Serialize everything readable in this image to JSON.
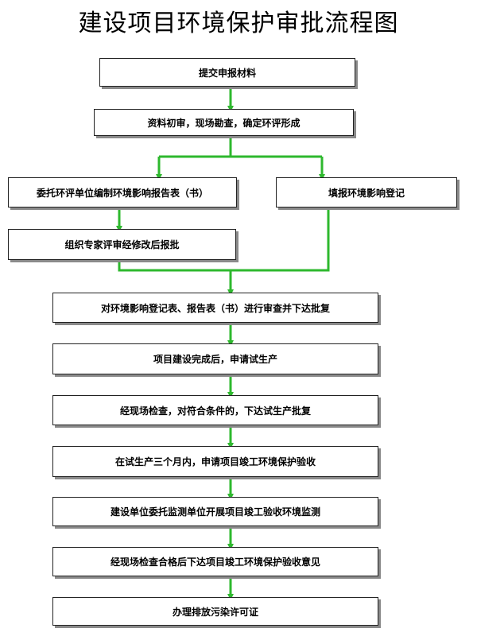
{
  "title": "建设项目环境保护审批流程图",
  "colors": {
    "arrow": "#2eb82e",
    "box_border": "#222222",
    "box_shadow": "#8a8a8a"
  },
  "steps": {
    "submit": "提交申报材料",
    "initial_review": "资料初审，现场勘查，确定环评形成",
    "delegate_report": "委托环评单位编制环境影响报告表（书）",
    "fill_registration": "填报环境影响登记",
    "expert_review": "组织专家评审经修改后报批",
    "approve_report": "对环境影响登记表、报告表（书）进行审查并下达批复",
    "apply_trial": "项目建设完成后，申请试生产",
    "trial_approval": "经现场检查，对符合条件的，下达试生产批复",
    "apply_acceptance": "在试生产三个月内，申请项目竣工环境保护验收",
    "monitoring": "建设单位委托监测单位开展项目竣工验收环境监测",
    "acceptance_opinion": "经现场检查合格后下达项目竣工环境保护验收意见",
    "permit": "办理排放污染许可证"
  }
}
